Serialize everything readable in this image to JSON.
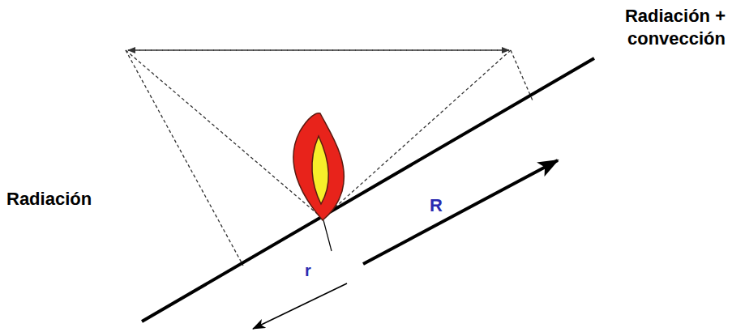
{
  "diagram": {
    "labels": [
      "Radiación + convección",
      "Radiación",
      "R",
      "r"
    ]
  }
}
